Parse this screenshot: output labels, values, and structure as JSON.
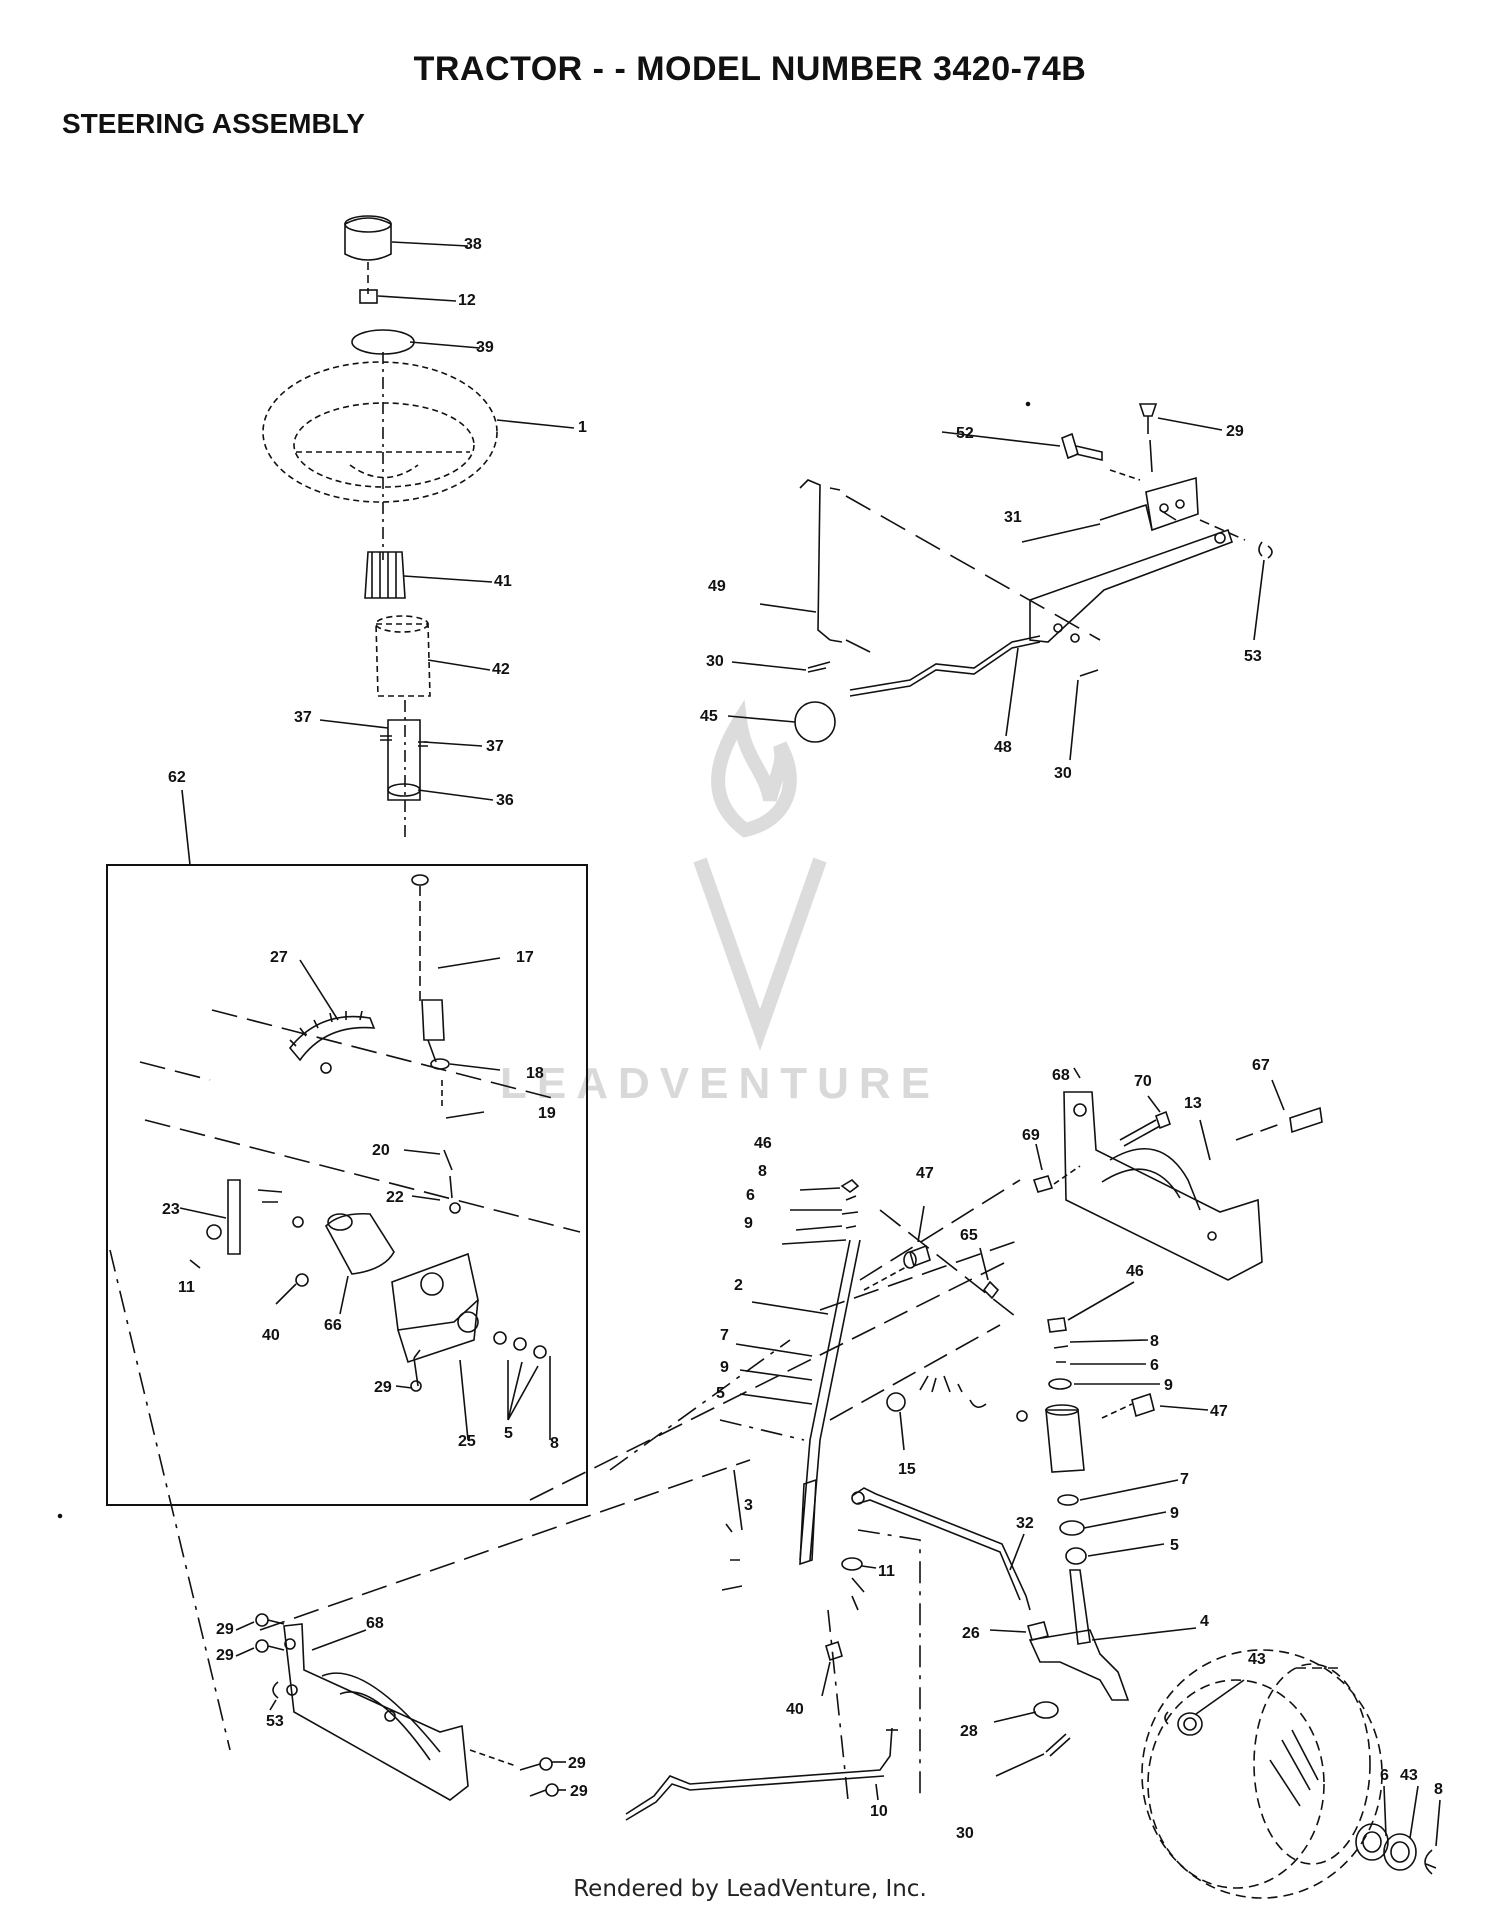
{
  "title": "TRACTOR - - MODEL NUMBER 3420-74B",
  "subtitle": "STEERING ASSEMBLY",
  "footer": "Rendered by LeadVenture, Inc.",
  "watermark": "LEADVENTURE",
  "part_labels": [
    {
      "id": "l01",
      "text": "38"
    },
    {
      "id": "l02",
      "text": "12"
    },
    {
      "id": "l03",
      "text": "39"
    },
    {
      "id": "l04",
      "text": "1"
    },
    {
      "id": "l05",
      "text": "41"
    },
    {
      "id": "l06",
      "text": "42"
    },
    {
      "id": "l07",
      "text": "37"
    },
    {
      "id": "l08",
      "text": "37"
    },
    {
      "id": "l09",
      "text": "36"
    },
    {
      "id": "l10",
      "text": "62"
    },
    {
      "id": "l11",
      "text": "52"
    },
    {
      "id": "l12",
      "text": "29"
    },
    {
      "id": "l13",
      "text": "31"
    },
    {
      "id": "l14",
      "text": "49"
    },
    {
      "id": "l15",
      "text": "53"
    },
    {
      "id": "l16",
      "text": "30"
    },
    {
      "id": "l17",
      "text": "45"
    },
    {
      "id": "l18",
      "text": "48"
    },
    {
      "id": "l19",
      "text": "30"
    },
    {
      "id": "l20",
      "text": "17"
    },
    {
      "id": "l21",
      "text": "27"
    },
    {
      "id": "l22",
      "text": "18"
    },
    {
      "id": "l23",
      "text": "19"
    },
    {
      "id": "l24",
      "text": "20"
    },
    {
      "id": "l25",
      "text": "22"
    },
    {
      "id": "l26",
      "text": "23"
    },
    {
      "id": "l27",
      "text": "11"
    },
    {
      "id": "l28",
      "text": "40"
    },
    {
      "id": "l29",
      "text": "66"
    },
    {
      "id": "l30",
      "text": "29"
    },
    {
      "id": "l31",
      "text": "25"
    },
    {
      "id": "l32",
      "text": "5"
    },
    {
      "id": "l33",
      "text": "8"
    },
    {
      "id": "l34",
      "text": "68"
    },
    {
      "id": "l35",
      "text": "70"
    },
    {
      "id": "l36",
      "text": "13"
    },
    {
      "id": "l37",
      "text": "67"
    },
    {
      "id": "l38",
      "text": "69"
    },
    {
      "id": "l39",
      "text": "46"
    },
    {
      "id": "l40",
      "text": "8"
    },
    {
      "id": "l41",
      "text": "6"
    },
    {
      "id": "l42",
      "text": "9"
    },
    {
      "id": "l43",
      "text": "47"
    },
    {
      "id": "l44",
      "text": "2"
    },
    {
      "id": "l45",
      "text": "65"
    },
    {
      "id": "l46",
      "text": "7"
    },
    {
      "id": "l47",
      "text": "9"
    },
    {
      "id": "l48",
      "text": "5"
    },
    {
      "id": "l49",
      "text": "15"
    },
    {
      "id": "l50",
      "text": "46"
    },
    {
      "id": "l51",
      "text": "8"
    },
    {
      "id": "l52",
      "text": "6"
    },
    {
      "id": "l53",
      "text": "9"
    },
    {
      "id": "l54",
      "text": "47"
    },
    {
      "id": "l55",
      "text": "7"
    },
    {
      "id": "l56",
      "text": "9"
    },
    {
      "id": "l57",
      "text": "5"
    },
    {
      "id": "l58",
      "text": "3"
    },
    {
      "id": "l59",
      "text": "32"
    },
    {
      "id": "l60",
      "text": "11"
    },
    {
      "id": "l61",
      "text": "4"
    },
    {
      "id": "l62",
      "text": "26"
    },
    {
      "id": "l63",
      "text": "43"
    },
    {
      "id": "l64",
      "text": "40"
    },
    {
      "id": "l65",
      "text": "28"
    },
    {
      "id": "l66",
      "text": "10"
    },
    {
      "id": "l67",
      "text": "30"
    },
    {
      "id": "l68",
      "text": "6"
    },
    {
      "id": "l69",
      "text": "43"
    },
    {
      "id": "l70",
      "text": "8"
    },
    {
      "id": "l71",
      "text": "29"
    },
    {
      "id": "l72",
      "text": "29"
    },
    {
      "id": "l73",
      "text": "68"
    },
    {
      "id": "l74",
      "text": "53"
    },
    {
      "id": "l75",
      "text": "29"
    },
    {
      "id": "l76",
      "text": "29"
    }
  ]
}
